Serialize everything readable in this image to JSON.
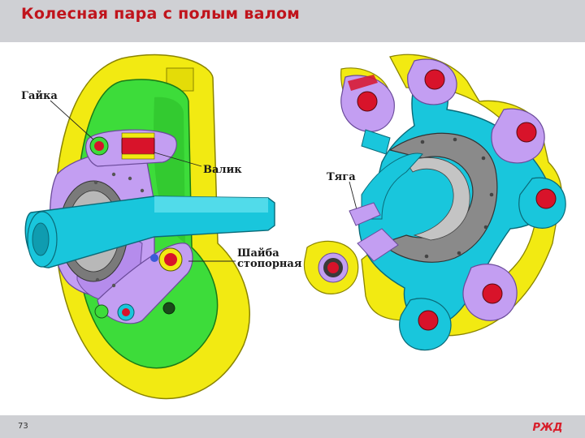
{
  "slide": {
    "title": "Колесная пара с полым валом",
    "page_number": "73"
  },
  "labels": {
    "nut": "Гайка",
    "pin": "Валик",
    "link": "Тяга",
    "washer_line1": "Шайба",
    "washer_line2": "стопорная"
  },
  "logo": {
    "text": "РЖД"
  },
  "colors": {
    "title": "#c0141c",
    "header_bar": "#cfd0d4",
    "yellow": "#f2ea12",
    "green": "#3ddc3a",
    "cyan": "#19c6dc",
    "violet": "#c39ef2",
    "red": "#d8132a",
    "logo_red": "#d81e2a"
  }
}
